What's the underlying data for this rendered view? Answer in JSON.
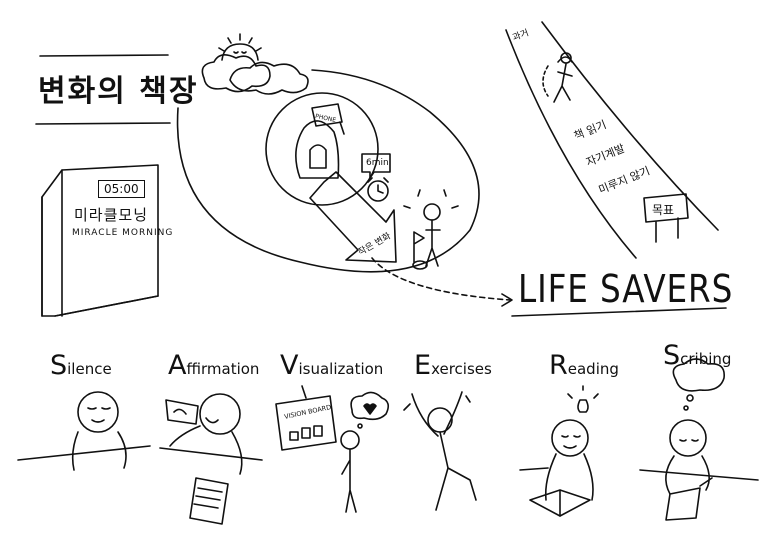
{
  "title": "변화의 책장",
  "book": {
    "clock": "05:00",
    "title_ko": "미라클모닝",
    "title_en": "MIRACLE MORNING"
  },
  "illustration": {
    "small_change": "작은 변화",
    "timer": "6min",
    "phone_sign": "PHONE"
  },
  "road": {
    "top_label": "과거",
    "lines": [
      "책 읽기",
      "자기계발",
      "미루지 않기"
    ],
    "goal_sign": "목표"
  },
  "heading": "LIFE SAVERS",
  "habits": [
    {
      "initial": "S",
      "rest": "ilence"
    },
    {
      "initial": "A",
      "rest": "ffirmation"
    },
    {
      "initial": "V",
      "rest": "isualization"
    },
    {
      "initial": "E",
      "rest": "xercises"
    },
    {
      "initial": "R",
      "rest": "eading"
    },
    {
      "initial": "S",
      "rest": "cribing"
    }
  ],
  "vision_board": "VISION BOARD",
  "colors": {
    "ink": "#111111",
    "background": "#ffffff"
  }
}
